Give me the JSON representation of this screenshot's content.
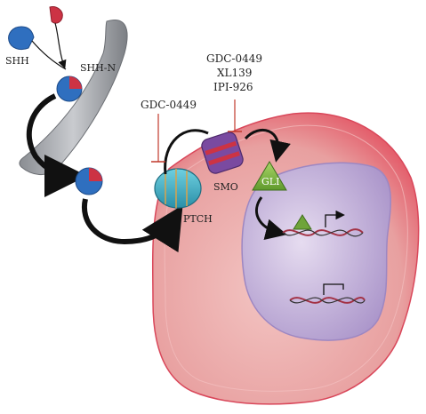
{
  "labels": {
    "shh": "SHH",
    "shh_n": "SHH-N",
    "inhibitor_ptch_1": "GDC-0449",
    "inhibitor_smo_1": "GDC-0449",
    "inhibitor_smo_2": "XL139",
    "inhibitor_smo_3": "IPI-926",
    "ptch": "PTCH",
    "smo": "SMO",
    "gli": "GLI"
  },
  "colors": {
    "shh_blue": "#2f6fbf",
    "shh_red": "#cc3344",
    "cell_pink": "#e9a1a1",
    "cell_edge": "#d9475a",
    "nucleus": "#c9b6de",
    "ptch_teal": "#3fb3c9",
    "smo_purple": "#7a4aa0",
    "gli_green": "#8fc24a",
    "arrow": "#111111"
  }
}
